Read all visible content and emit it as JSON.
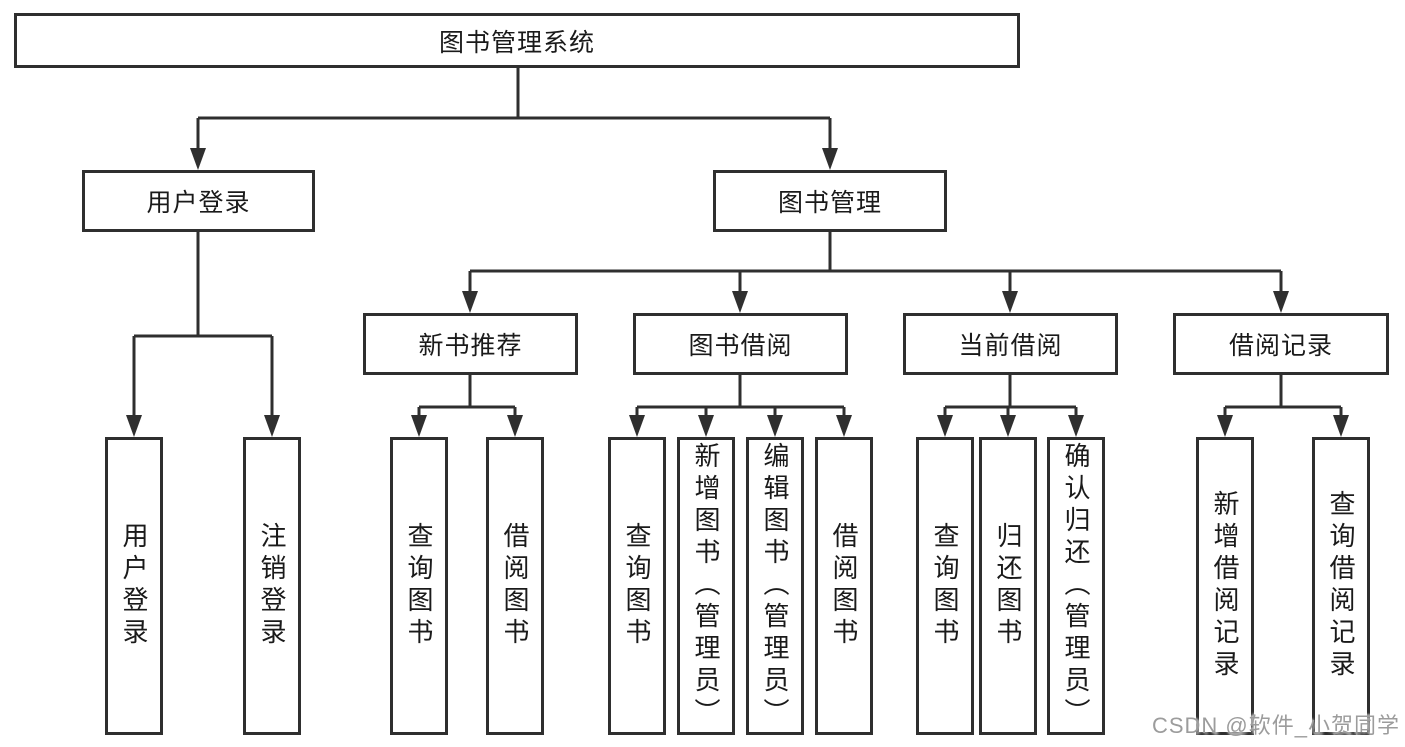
{
  "palette": {
    "line_color": "#2f2f2f",
    "text_color": "#1a1a1a",
    "box_background": "#ffffff",
    "watermark_color": "#9c9c9c",
    "page_background": "#ffffff"
  },
  "tree": {
    "root": {
      "label": "图书管理系统"
    },
    "login_branch": {
      "label": "用户登录",
      "children": [
        {
          "label": "用户登录"
        },
        {
          "label": "注销登录"
        }
      ]
    },
    "management_branch": {
      "label": "图书管理",
      "groups": [
        {
          "label": "新书推荐",
          "children": [
            {
              "label": "查询图书"
            },
            {
              "label": "借阅图书"
            }
          ]
        },
        {
          "label": "图书借阅",
          "children": [
            {
              "label": "查询图书"
            },
            {
              "label": "新增图书（管理员）"
            },
            {
              "label": "编辑图书（管理员）"
            },
            {
              "label": "借阅图书"
            }
          ]
        },
        {
          "label": "当前借阅",
          "children": [
            {
              "label": "查询图书"
            },
            {
              "label": "归还图书"
            },
            {
              "label": "确认归还（管理员）"
            }
          ]
        },
        {
          "label": "借阅记录",
          "children": [
            {
              "label": "新增借阅记录"
            },
            {
              "label": "查询借阅记录"
            }
          ]
        }
      ]
    }
  },
  "watermark": {
    "text": "CSDN @软件_小贺同学"
  }
}
